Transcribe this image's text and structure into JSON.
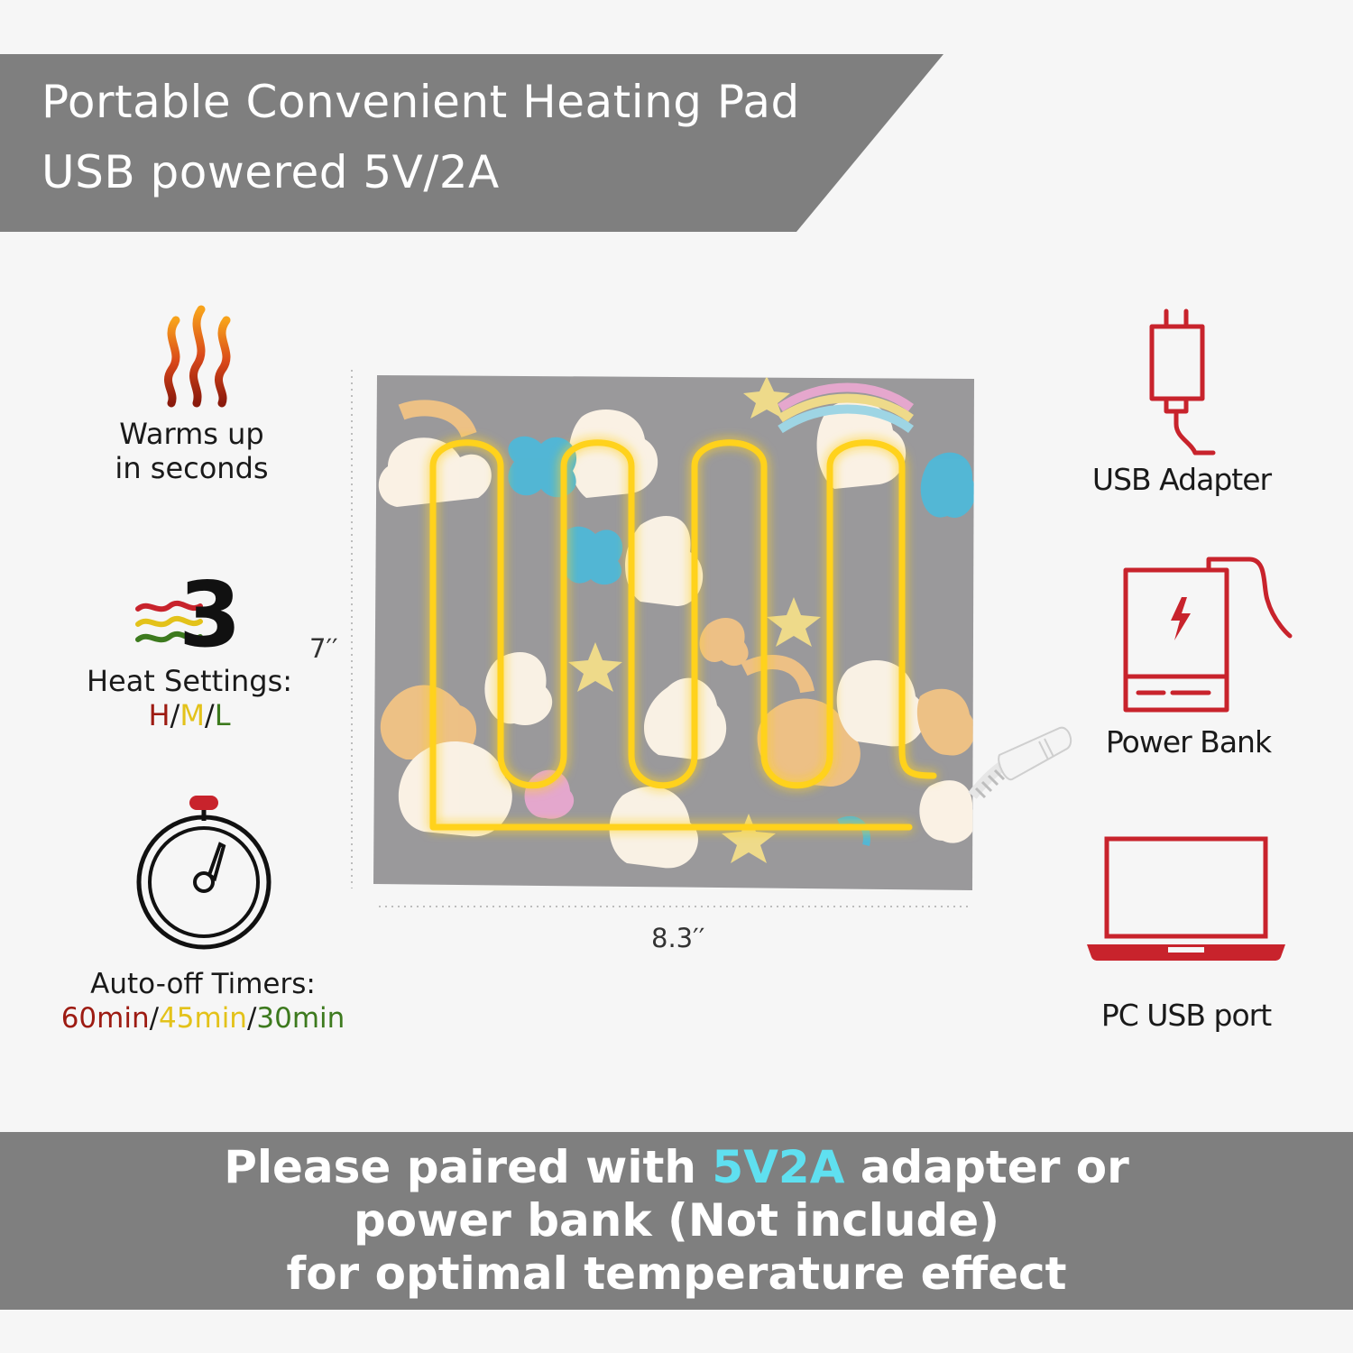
{
  "header": {
    "line1": "Portable Convenient Heating Pad",
    "line2": "USB powered 5V/2A"
  },
  "features": {
    "warm": {
      "icon": "heat-waves-icon",
      "line1": "Warms up",
      "line2": "in seconds"
    },
    "heat_settings": {
      "icon": "three-levels-icon",
      "number": "3",
      "label": "Heat Settings:",
      "levels": [
        "H",
        "M",
        "L"
      ],
      "separator": "/"
    },
    "timers": {
      "icon": "stopwatch-icon",
      "label": "Auto-off Timers:",
      "values": [
        "60min",
        "45min",
        "30min"
      ],
      "separator": "/"
    }
  },
  "dimensions": {
    "height": "7′′",
    "width": "8.3′′"
  },
  "power_sources": [
    {
      "icon": "usb-adapter-icon",
      "label": "USB Adapter"
    },
    {
      "icon": "power-bank-icon",
      "label": "Power Bank"
    },
    {
      "icon": "laptop-icon",
      "label": "PC USB port"
    }
  ],
  "footer": {
    "line1_prefix": "Please paired with ",
    "line1_highlight": "5V2A",
    "line1_suffix": " adapter or",
    "line2": "power bank (Not include)",
    "line3": "for optimal temperature effect"
  },
  "colors": {
    "banner": "#7f7f7f",
    "icon_red": "#c8232c",
    "heating_wire": "#ffd21f",
    "highlight_cyan": "#5fe0f0",
    "level_high": "#9d1b12",
    "level_medium": "#e3c21a",
    "level_low": "#3d7a1e"
  }
}
